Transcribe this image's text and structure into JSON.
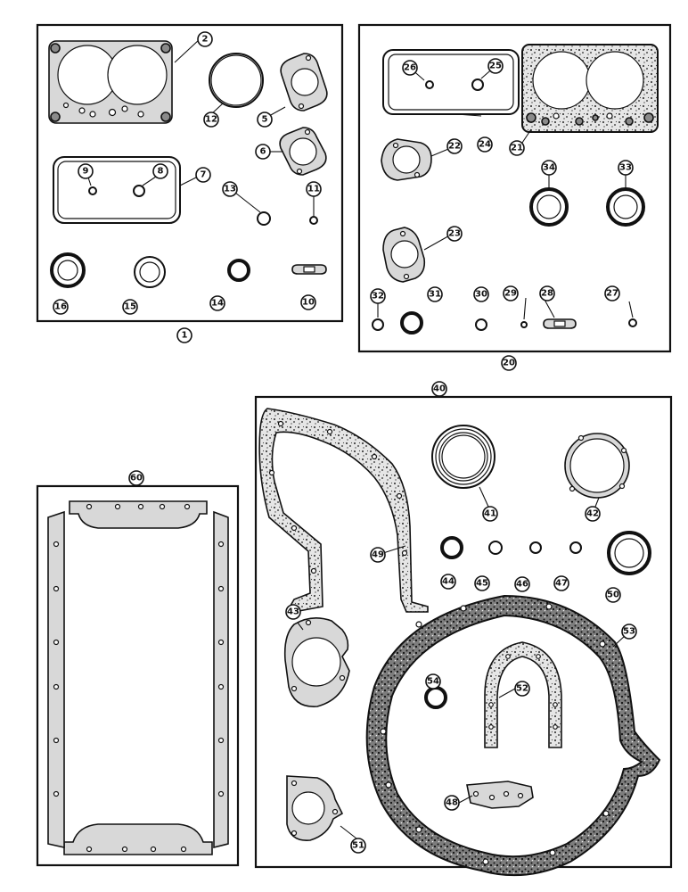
{
  "callouts": {
    "c1": "1",
    "c2": "2",
    "c5": "5",
    "c6": "6",
    "c7": "7",
    "c8": "8",
    "c9": "9",
    "c10": "10",
    "c11": "11",
    "c12": "12",
    "c13": "13",
    "c14": "14",
    "c15": "15",
    "c16": "16",
    "c20": "20",
    "c21": "21",
    "c22": "22",
    "c23": "23",
    "c24": "24",
    "c25": "25",
    "c26": "26",
    "c27": "27",
    "c28": "28",
    "c29": "29",
    "c30": "30",
    "c31": "31",
    "c32": "32",
    "c33": "33",
    "c34": "34",
    "c40": "40",
    "c41": "41",
    "c42": "42",
    "c43": "43",
    "c44": "44",
    "c45": "45",
    "c46": "46",
    "c47": "47",
    "c48": "48",
    "c49": "49",
    "c50": "50",
    "c51": "51",
    "c52": "52",
    "c53": "53",
    "c54": "54",
    "c60": "60"
  }
}
